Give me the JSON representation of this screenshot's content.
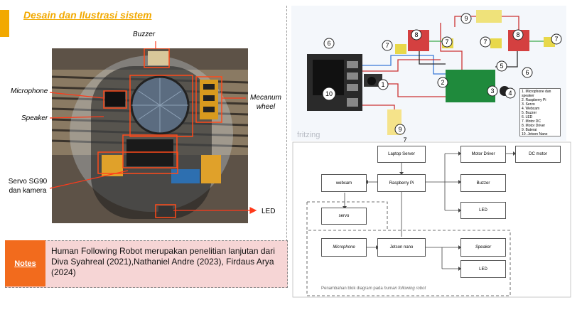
{
  "title": "Desain dan Ilustrasi sistem",
  "photo_labels": {
    "buzzer": "Buzzer",
    "microphone": "Microphone",
    "speaker": "Speaker",
    "mecanum": "Mecanum wheel",
    "servo": "Servo SG90 dan kamera",
    "led": "LED"
  },
  "notes": {
    "tag": "Notes",
    "text": "Human Following Robot merupakan penelitian lanjutan dari Diva Syahreal (2021),Nathaniel Andre (2023), Firdaus Arya (2024)"
  },
  "fritzing": {
    "watermark": "fritzing",
    "legend": [
      "1. Microphone dan speaker",
      "2. Raspberry Pi",
      "3. Servo",
      "4. Webcam",
      "5. Buzzer",
      "6. LED",
      "7. Motor DC",
      "8. Motor Driver",
      "9. Baterai",
      "10. Jetson Nano"
    ],
    "numbers": [
      "1",
      "2",
      "3",
      "4",
      "5",
      "6",
      "6",
      "7",
      "7",
      "7",
      "7",
      "7",
      "8",
      "8",
      "9",
      "9",
      "10"
    ]
  },
  "block_diagram": {
    "laptop_server": "Laptop Server",
    "raspberry_pi": "Raspberry Pi",
    "webcam": "webcam",
    "servo": "servo",
    "motor_driver": "Motor Driver",
    "dc_motor": "DC motor",
    "buzzer": "Buzzer",
    "led1": "LED",
    "microphone": "Microphone",
    "jetson_nano": "Jetson nano",
    "speaker": "Speaker",
    "led2": "LED",
    "caption_prefix": "Penambahan blok diagram pada",
    "caption_italic": "human following robot"
  }
}
